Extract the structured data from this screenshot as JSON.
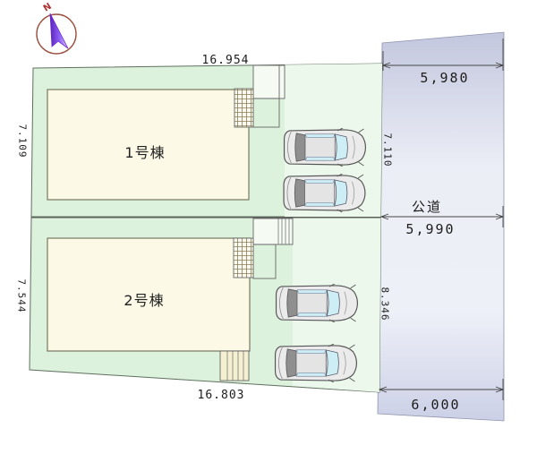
{
  "compass": {
    "label": "N"
  },
  "dims": {
    "top_width": "16.954",
    "bottom_width": "16.803",
    "plot1_depth": "7.109",
    "plot2_depth": "7.544"
  },
  "road": {
    "label": "公道",
    "top_width": "5,980",
    "mid_width": "5,990",
    "bottom_width": "6,000",
    "upper_depth": "7.110",
    "lower_depth": "8.346"
  },
  "buildings": [
    {
      "label": "1号棟"
    },
    {
      "label": "2号棟"
    }
  ],
  "colors": {
    "plot_green": "#ddf2dd",
    "driveway_green": "#edf8ed",
    "building_cream": "#fcfae6",
    "road_dark": "#c3c7de",
    "road_light": "#eef0f8",
    "line": "#444444",
    "car_window": "#cdeef5",
    "compass_purple": "#7c3aed",
    "compass_ring": "#9b4f3f"
  }
}
